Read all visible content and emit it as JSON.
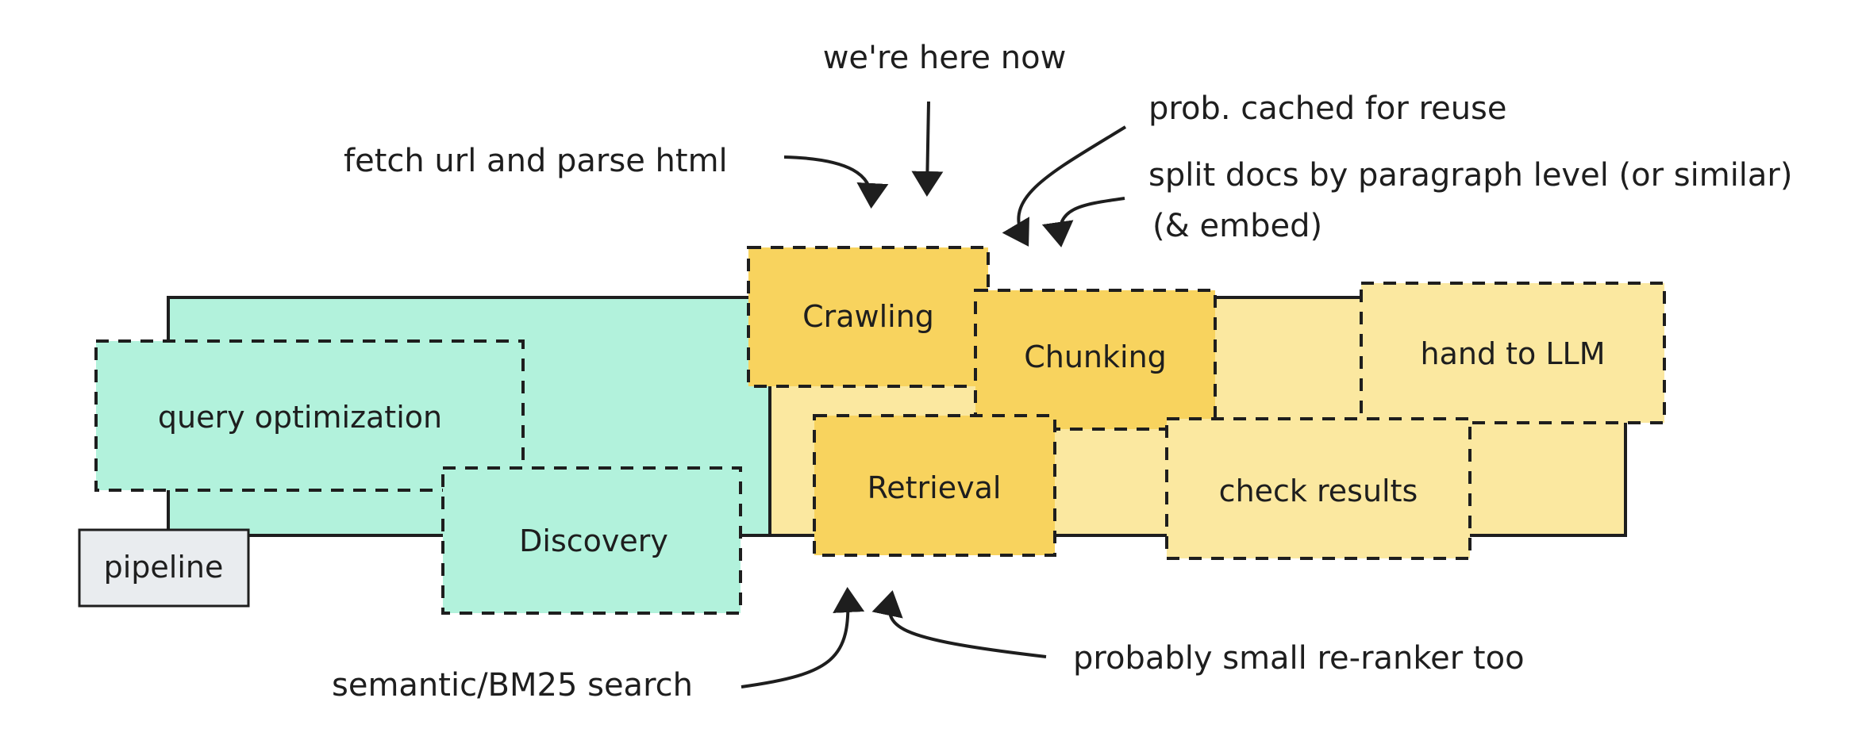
{
  "colors": {
    "green_fill": "#b2f2dc",
    "yellow_fill": "#fbe8a0",
    "yellow_strong": "#f8d35e",
    "gray_fill": "#e9ecef",
    "stroke": "#1e1e1e",
    "background": "#ffffff"
  },
  "pipeline": {
    "label": "pipeline"
  },
  "stages": {
    "query_optimization": "query optimization",
    "discovery": "Discovery",
    "crawling": "Crawling",
    "chunking": "Chunking",
    "retrieval": "Retrieval",
    "check_results": "check results",
    "hand_to_llm": "hand to LLM"
  },
  "annotations": {
    "were_here_now": "we're here now",
    "fetch_url": "fetch url and parse html",
    "cached": "prob. cached for reuse",
    "split_docs_line1": "split docs by paragraph level (or similar)",
    "split_docs_line2": "(& embed)",
    "semantic_search": "semantic/BM25 search",
    "reranker": "probably small re-ranker too"
  },
  "arrow_icons": [
    "arrow-down-icon",
    "curved-arrow-icon"
  ]
}
